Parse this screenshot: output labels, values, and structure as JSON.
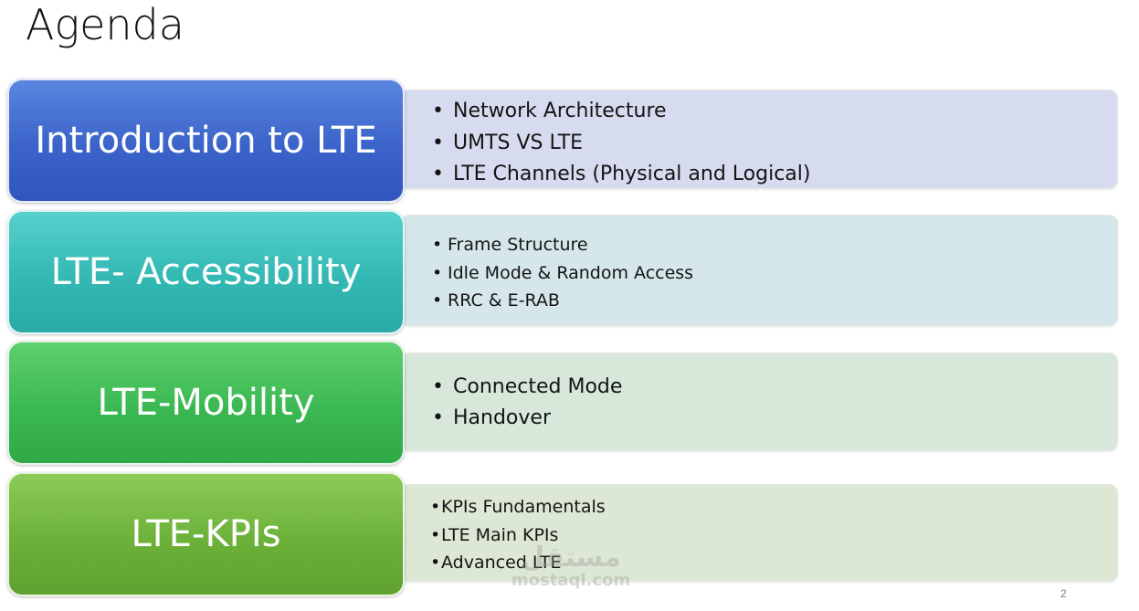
{
  "slide": {
    "title": "Agenda",
    "number": "2"
  },
  "sections": [
    {
      "label": "Introduction to LTE",
      "items": [
        "Network Architecture",
        "UMTS VS LTE",
        "LTE Channels (Physical and Logical)"
      ]
    },
    {
      "label": "LTE- Accessibility",
      "items": [
        "Frame Structure",
        "Idle Mode & Random Access",
        "RRC & E-RAB"
      ]
    },
    {
      "label": "LTE-Mobility",
      "items": [
        "Connected Mode",
        "Handover"
      ]
    },
    {
      "label": "LTE-KPIs",
      "items": [
        "KPIs Fundamentals",
        "LTE Main KPIs",
        "Advanced LTE"
      ]
    }
  ],
  "watermark": {
    "text": "mostaql.com"
  },
  "colors": {
    "section1": "#3c62c8",
    "section2": "#35b9b5",
    "section3": "#3cb854",
    "section4": "#6cb13b",
    "panel1": "#d6dbef",
    "panel2": "#d5e7ea",
    "panel3": "#d7e8da",
    "panel4": "#dde8d4"
  }
}
